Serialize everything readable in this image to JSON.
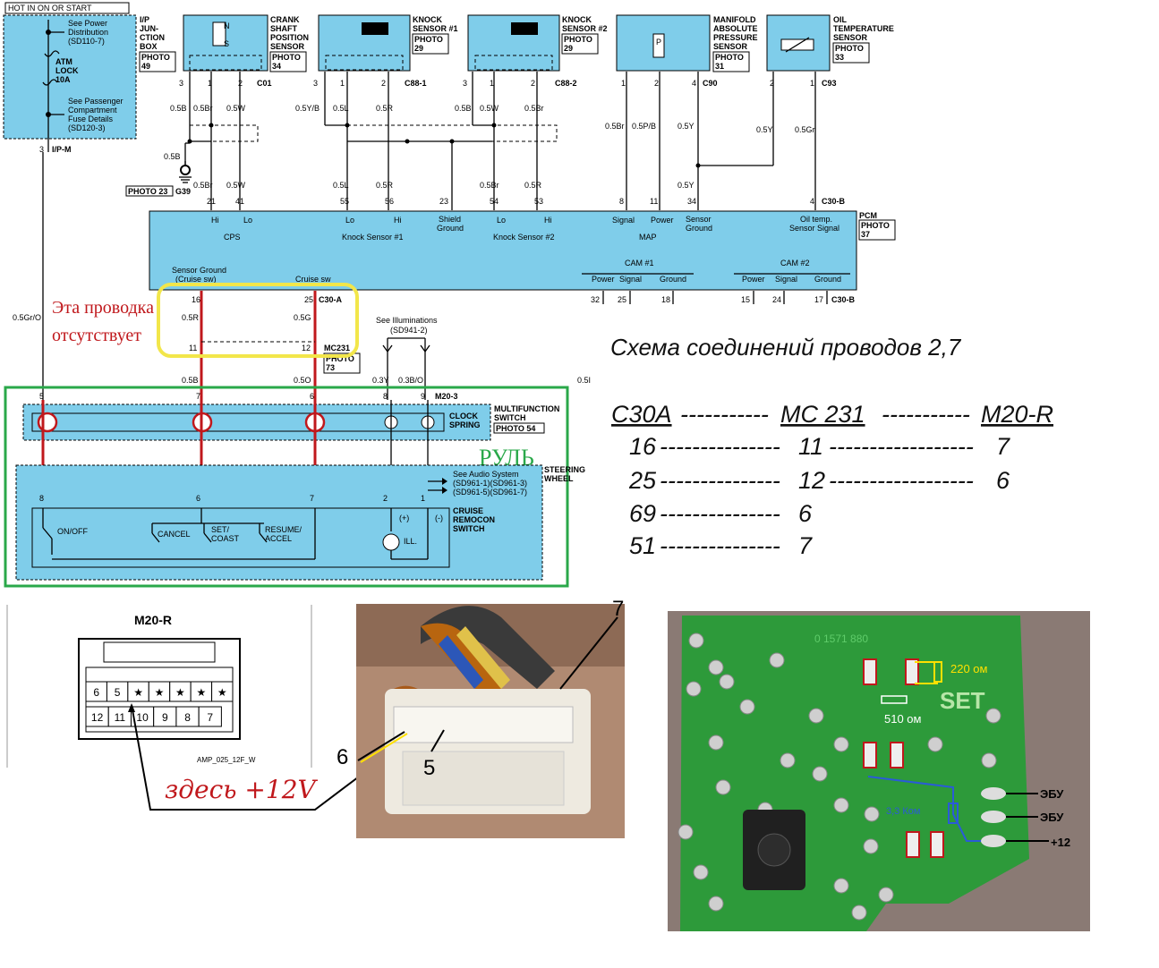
{
  "header": {
    "hot_label": "HOT IN ON OR START"
  },
  "junction": {
    "name_lines": [
      "I/P",
      "JUN-",
      "CTION",
      "BOX"
    ],
    "photo": [
      "PHOTO",
      "49"
    ],
    "see_power": [
      "See Power",
      "Distribution",
      "(SD110-7)"
    ],
    "fuse": [
      "ATM",
      "LOCK",
      "10A"
    ],
    "see_passenger": [
      "See Passenger",
      "Compartment",
      "Fuse Details",
      "(SD120-3)"
    ],
    "pin": "3",
    "connector": "I/P-M"
  },
  "sensors": [
    {
      "id": "cps",
      "lines": [
        "CRANK",
        "SHAFT",
        "POSITION",
        "SENSOR"
      ],
      "photo": [
        "PHOTO",
        "34"
      ],
      "pins": [
        "3",
        "1",
        "2"
      ],
      "connector": "C01"
    },
    {
      "id": "ks1",
      "lines": [
        "KNOCK",
        "SENSOR #1"
      ],
      "photo": [
        "PHOTO",
        "29"
      ],
      "pins": [
        "3",
        "1",
        "2"
      ],
      "connector": "C88-1"
    },
    {
      "id": "ks2",
      "lines": [
        "KNOCK",
        "SENSOR #2"
      ],
      "photo": [
        "PHOTO",
        "29"
      ],
      "pins": [
        "3",
        "1",
        "2"
      ],
      "connector": "C88-2"
    },
    {
      "id": "map",
      "lines": [
        "MANIFOLD",
        "ABSOLUTE",
        "PRESSURE",
        "SENSOR"
      ],
      "photo": [
        "PHOTO",
        "31"
      ],
      "pins": [
        "1",
        "2",
        "4"
      ],
      "connector": "C90"
    },
    {
      "id": "oil",
      "lines": [
        "OIL",
        "TEMPERATURE",
        "SENSOR"
      ],
      "photo": [
        "PHOTO",
        "33"
      ],
      "pins": [
        "2",
        "1"
      ],
      "connector": "C93"
    }
  ],
  "cps_labels": {
    "n": "N",
    "s": "S"
  },
  "map_symbol": "P",
  "wire_colors": {
    "cps": [
      "0.5B",
      "0.5Br",
      "0.5W"
    ],
    "ks1": [
      "0.5Y/B",
      "0.5L",
      "0.5R"
    ],
    "ks2": [
      "0.5B",
      "0.5W",
      "0.5Br"
    ],
    "map": [
      "0.5Br",
      "0.5P/B",
      "0.5Y"
    ],
    "oil": [
      "0.5Y",
      "0.5Gr"
    ],
    "ground_wire": "0.5B",
    "lower_cps": [
      "0.5Br",
      "0.5W"
    ],
    "lower_ks1": [
      "0.5L",
      "0.5R"
    ],
    "lower_ks2": [
      "0.5Br",
      "0.5R"
    ],
    "lower_map": "0.5Y",
    "left_wire": "0.5Gr/O",
    "c30a": [
      "0.5R",
      "0.5G"
    ],
    "m20": [
      "0.5B",
      "0.5O",
      "0.3Y",
      "0.3B/O",
      "0.5I"
    ]
  },
  "ground": {
    "photo": "PHOTO 23",
    "id": "G39"
  },
  "pcm": {
    "pins_top": [
      "21",
      "41",
      "55",
      "56",
      "23",
      "54",
      "53",
      "8",
      "11",
      "34",
      "4"
    ],
    "connector_top": "C30-B",
    "name": "PCM",
    "photo": [
      "PHOTO",
      "37"
    ],
    "labels": {
      "hi": "Hi",
      "lo": "Lo",
      "cps": "CPS",
      "ks1": "Knock Sensor #1",
      "shield": [
        "Shield",
        "Ground"
      ],
      "ks2": "Knock Sensor #2",
      "signal": "Signal",
      "power": "Power",
      "map": "MAP",
      "sensor_ground": [
        "Sensor",
        "Ground"
      ],
      "oil": [
        "Oil temp.",
        "Sensor Signal"
      ],
      "sg_cruise": [
        "Sensor Ground",
        "(Cruise sw)"
      ],
      "cruise_sw": "Cruise sw",
      "cam1": "CAM #1",
      "cam2": "CAM #2",
      "power_lbl": "Power",
      "signal_lbl": "Signal",
      "ground_lbl": "Ground"
    },
    "pins_bottom": [
      "16",
      "25",
      "32",
      "25",
      "18",
      "15",
      "24",
      "17"
    ],
    "connector_a": "C30-A",
    "connector_b": "C30-B"
  },
  "mc231": {
    "pins": [
      "11",
      "12"
    ],
    "connector": "MC231",
    "photo": [
      "PHOTO",
      "73"
    ]
  },
  "illum": {
    "lines": [
      "See Illuminations",
      "(SD941-2)"
    ]
  },
  "m20": {
    "pins": [
      "5",
      "7",
      "6",
      "8",
      "9"
    ],
    "connector": "M20-3"
  },
  "clock_spring": {
    "name": [
      "MULTIFUNCTION",
      "SWITCH",
      "CLOCK",
      "SPRING"
    ],
    "photo": "PHOTO 54"
  },
  "steering": {
    "name": [
      "STEERING",
      "WHEEL"
    ],
    "pins": [
      "8",
      "6",
      "7",
      "2",
      "1"
    ],
    "audio": [
      "See Audio System",
      "(SD961-1)(SD961-3)",
      "(SD961-5)(SD961-7)"
    ]
  },
  "cruise": {
    "name": [
      "CRUISE",
      "REMOCON",
      "SWITCH"
    ],
    "switches": [
      "ON/OFF",
      "CANCEL",
      "SET/",
      "COAST",
      "RESUME/",
      "ACCEL"
    ],
    "ill": "ILL.",
    "plus": "(+)",
    "minus": "(-)"
  },
  "annotations": {
    "missing": [
      "Эта проводка",
      "отсутствует"
    ],
    "wheel": "РУЛЬ",
    "scheme_title": "Схема соединений проводов 2,7",
    "here12v": "здесь +12V"
  },
  "table": {
    "headers": [
      "C30A",
      "MC 231",
      "M20-R"
    ],
    "rows": [
      [
        "16",
        "11",
        "7"
      ],
      [
        "25",
        "12",
        "6"
      ],
      [
        "69",
        "6",
        ""
      ],
      [
        "51",
        "7",
        ""
      ]
    ]
  },
  "connector_m20r": {
    "title": "M20-R",
    "top_row": [
      "6",
      "5",
      "★",
      "★",
      "★",
      "★",
      "★"
    ],
    "bottom_row": [
      "12",
      "11",
      "10",
      "9",
      "8",
      "7"
    ],
    "part": "AMP_025_12F_W"
  },
  "photo_labels": {
    "w7": "7",
    "w6": "6",
    "w5": "5"
  },
  "pcb": {
    "set": "SET",
    "r220": "220 ом",
    "r510": "510 ом",
    "r33": "3,3 Ком",
    "ecu1": "ЭБУ",
    "ecu2": "ЭБУ",
    "plus12": "+12",
    "silk": "0 1571 880"
  },
  "colors": {
    "diagram_blue": "#7fcdea",
    "red_wire": "#c0181c",
    "yellow_box": "#f2e64a",
    "green_box": "#2aa84a",
    "pcb_green": "#2d9a3a"
  }
}
